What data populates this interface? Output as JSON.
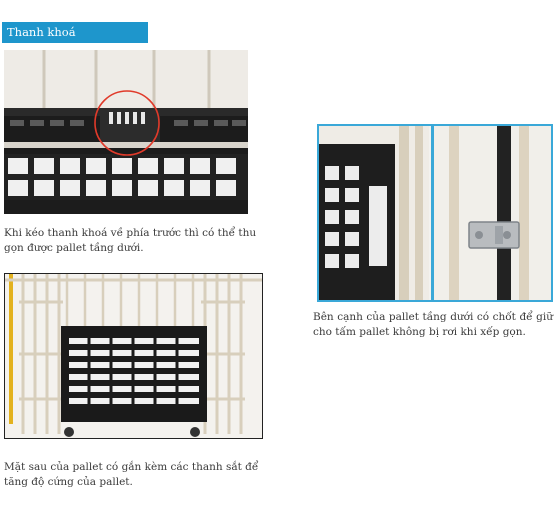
{
  "header": {
    "section_label": "Thanh khoá"
  },
  "figures": [
    {
      "caption": "Khi kéo thanh khoá về phía trước thì có thể thu gọn được pallet tầng dưới."
    },
    {
      "caption": "Mặt sau của pallet có gắn kèm các thanh sắt để tăng độ cứng của pallet."
    },
    {
      "caption": "Bên cạnh của pallet tầng dưới có chốt để giữ cho tấm pallet không bị rơi khi xếp gọn."
    }
  ],
  "colors": {
    "section_tag_bg": "#1e96cc",
    "highlight_circle": "#e03a2a",
    "inset_border": "#3aa8d8",
    "pallet_black": "#1a1a1a",
    "cage_frame": "#ddd5c4"
  }
}
